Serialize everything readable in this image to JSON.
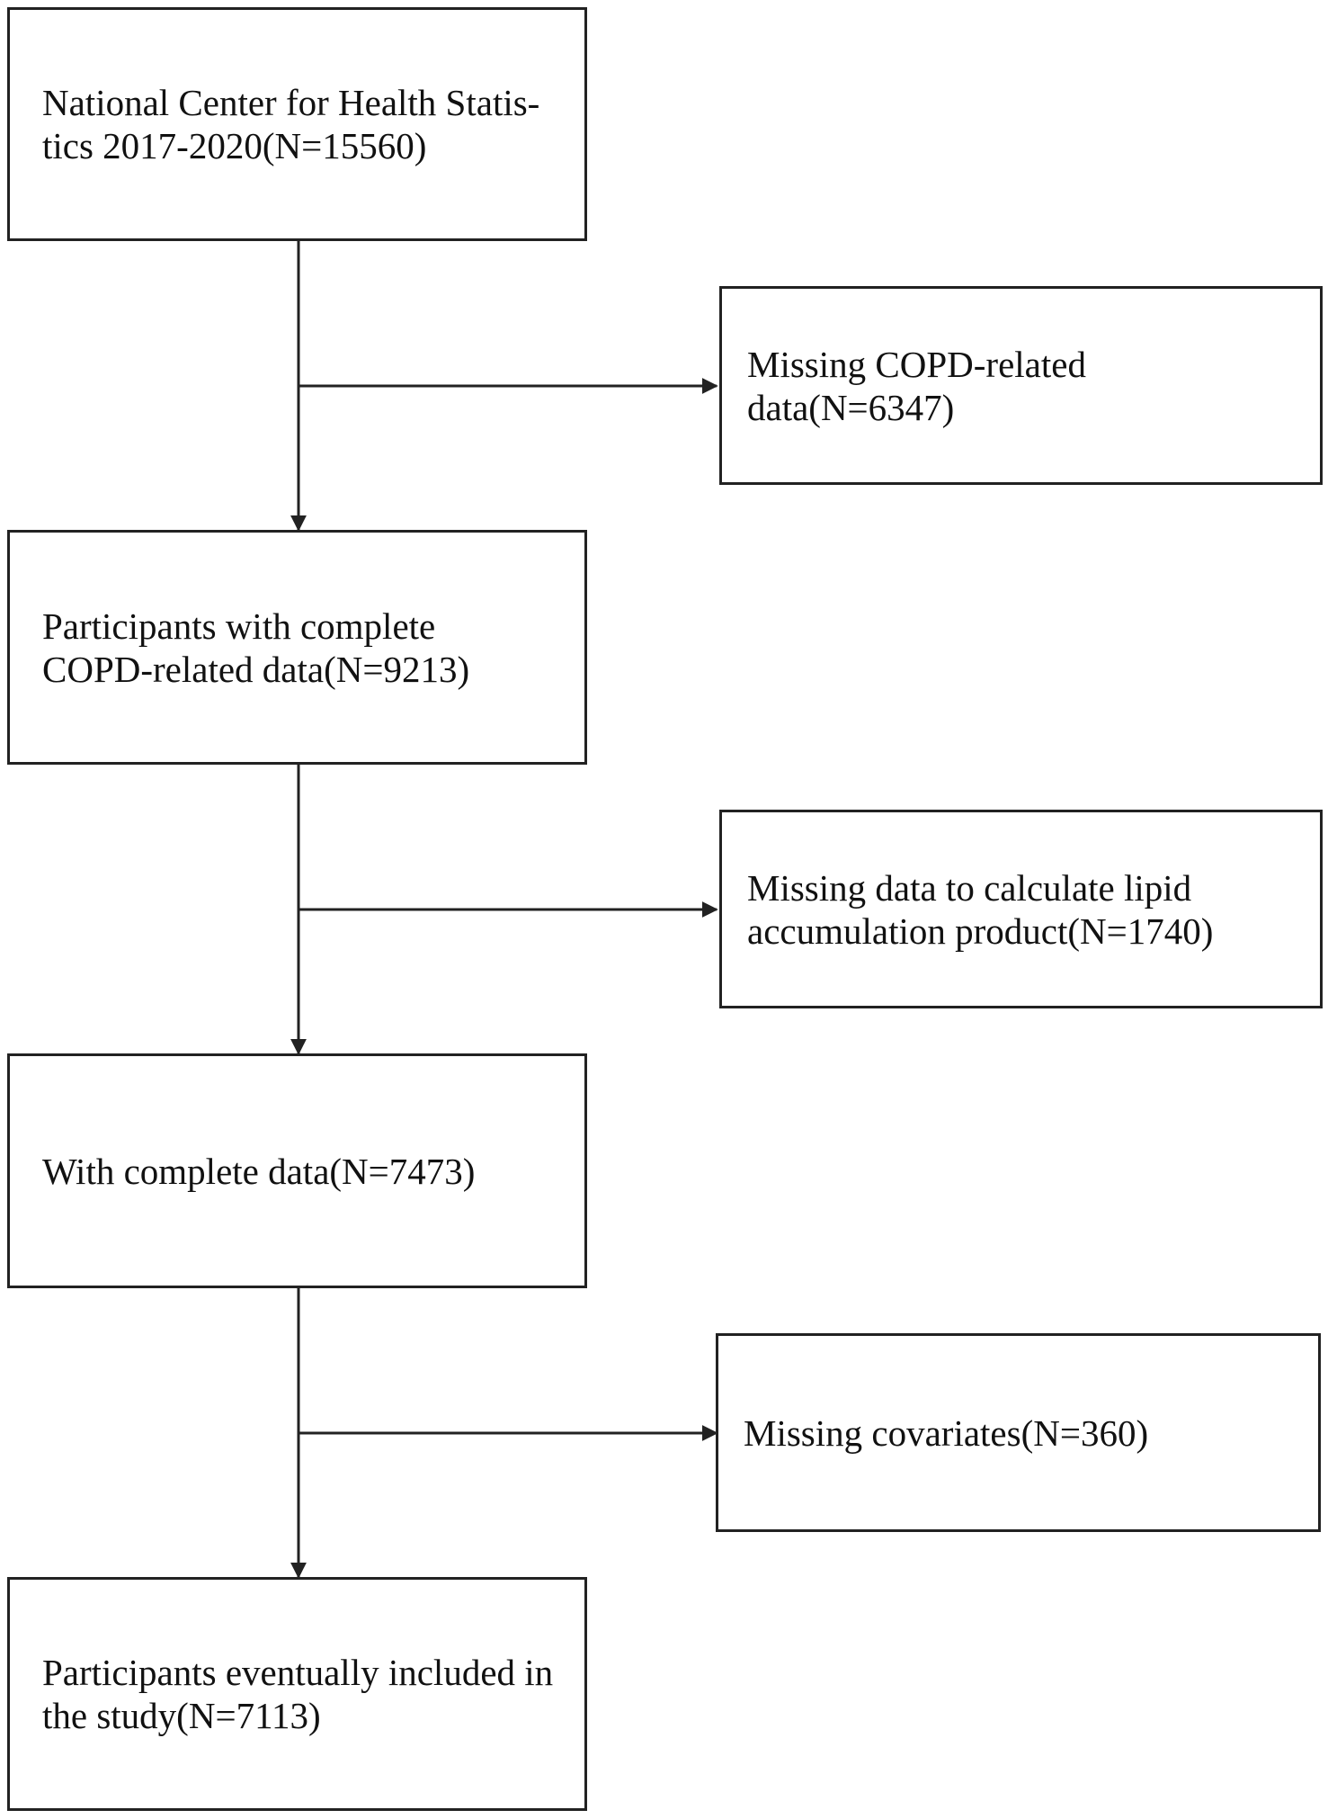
{
  "main_boxes": [
    {
      "text": "National Center for Health Statis-\ntics 2017-2020(N=15560)"
    },
    {
      "text": "Participants with complete\nCOPD-related data(N=9213)"
    },
    {
      "text": "With complete data(N=7473)"
    },
    {
      "text": "Participants eventually included in\nthe study(N=7113)"
    }
  ],
  "exclusion_boxes": [
    {
      "text": "Missing COPD-related\ndata(N=6347)"
    },
    {
      "text": "Missing data to calculate lipid\naccumulation product(N=1740)"
    },
    {
      "text": "Missing covariates(N=360)"
    }
  ],
  "colors": {
    "stroke": "#222222",
    "background": "#ffffff"
  }
}
